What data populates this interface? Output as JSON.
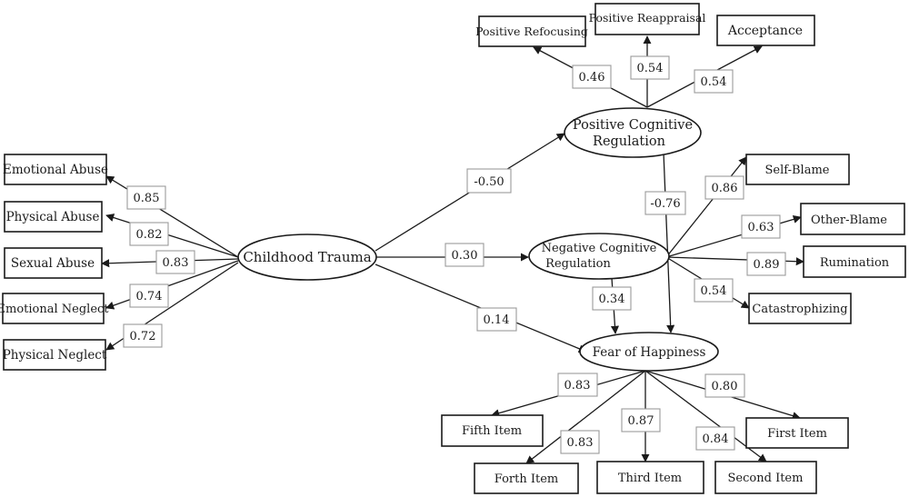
{
  "latent": {
    "trauma": "Childhood Trauma",
    "pos_line1": "Positive Cognitive",
    "pos_line2": "Regulation",
    "neg_line1": "Negative Cognitive",
    "neg_line2": "Regulation",
    "fear": "Fear of Happiness"
  },
  "trauma_items": {
    "emotional_abuse": "Emotional Abuse",
    "physical_abuse": "Physical Abuse",
    "sexual_abuse": "Sexual Abuse",
    "emotional_neglect": "Emotional Neglect",
    "physical_neglect": "Physical Neglect"
  },
  "positive_items": {
    "refocusing": "Positive Refocusing",
    "reappraisal": "Positive Reappraisal",
    "acceptance": "Acceptance"
  },
  "negative_items": {
    "self_blame": "Self-Blame",
    "other_blame": "Other-Blame",
    "rumination": "Rumination",
    "catastrophizing": "Catastrophizing"
  },
  "fear_items": {
    "fifth": "Fifth Item",
    "forth": "Forth Item",
    "third": "Third Item",
    "second": "Second Item",
    "first": "First Item"
  },
  "weights": {
    "emotional_abuse": "0.85",
    "physical_abuse": "0.82",
    "sexual_abuse": "0.83",
    "emotional_neglect": "0.74",
    "physical_neglect": "0.72",
    "refocusing": "0.46",
    "reappraisal": "0.54",
    "acceptance": "0.54",
    "self_blame": "0.86",
    "other_blame": "0.63",
    "rumination": "0.89",
    "catastrophizing": "0.54",
    "trauma_to_pos": "-0.50",
    "trauma_to_neg": "0.30",
    "trauma_to_fear": "0.14",
    "pos_to_fear": "-0.76",
    "neg_to_fear": "0.34",
    "fifth": "0.83",
    "forth": "0.83",
    "third": "0.87",
    "second": "0.84",
    "first": "0.80"
  }
}
